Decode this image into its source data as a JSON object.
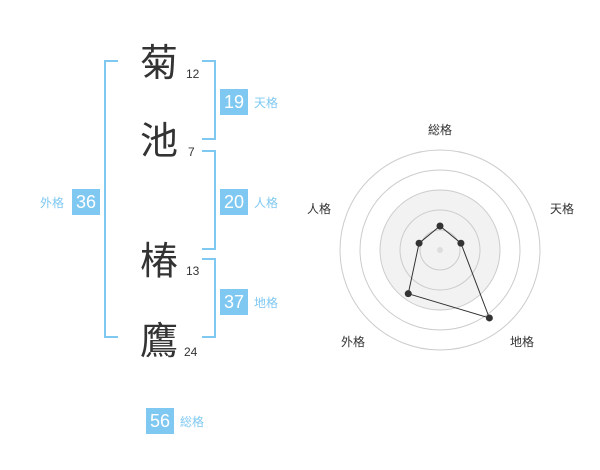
{
  "name_chars": [
    {
      "char": "菊",
      "strokes": "12"
    },
    {
      "char": "池",
      "strokes": "7"
    },
    {
      "char": "椿",
      "strokes": "13"
    },
    {
      "char": "鷹",
      "strokes": "24"
    }
  ],
  "scores": {
    "tenkaku": {
      "value": "19",
      "label": "天格"
    },
    "jinkaku": {
      "value": "20",
      "label": "人格"
    },
    "chikaku": {
      "value": "37",
      "label": "地格"
    },
    "gaikaku": {
      "value": "36",
      "label": "外格"
    },
    "soukaku": {
      "value": "56",
      "label": "総格"
    }
  },
  "colors": {
    "accent": "#7fc8f2",
    "text": "#333333",
    "grid": "#cccccc"
  },
  "chart_data": {
    "type": "radar",
    "categories": [
      "総格",
      "天格",
      "地格",
      "外格",
      "人格"
    ],
    "values": [
      1.2,
      1.1,
      4.2,
      2.7,
      1.1
    ],
    "rmax": 5,
    "grid": true
  }
}
